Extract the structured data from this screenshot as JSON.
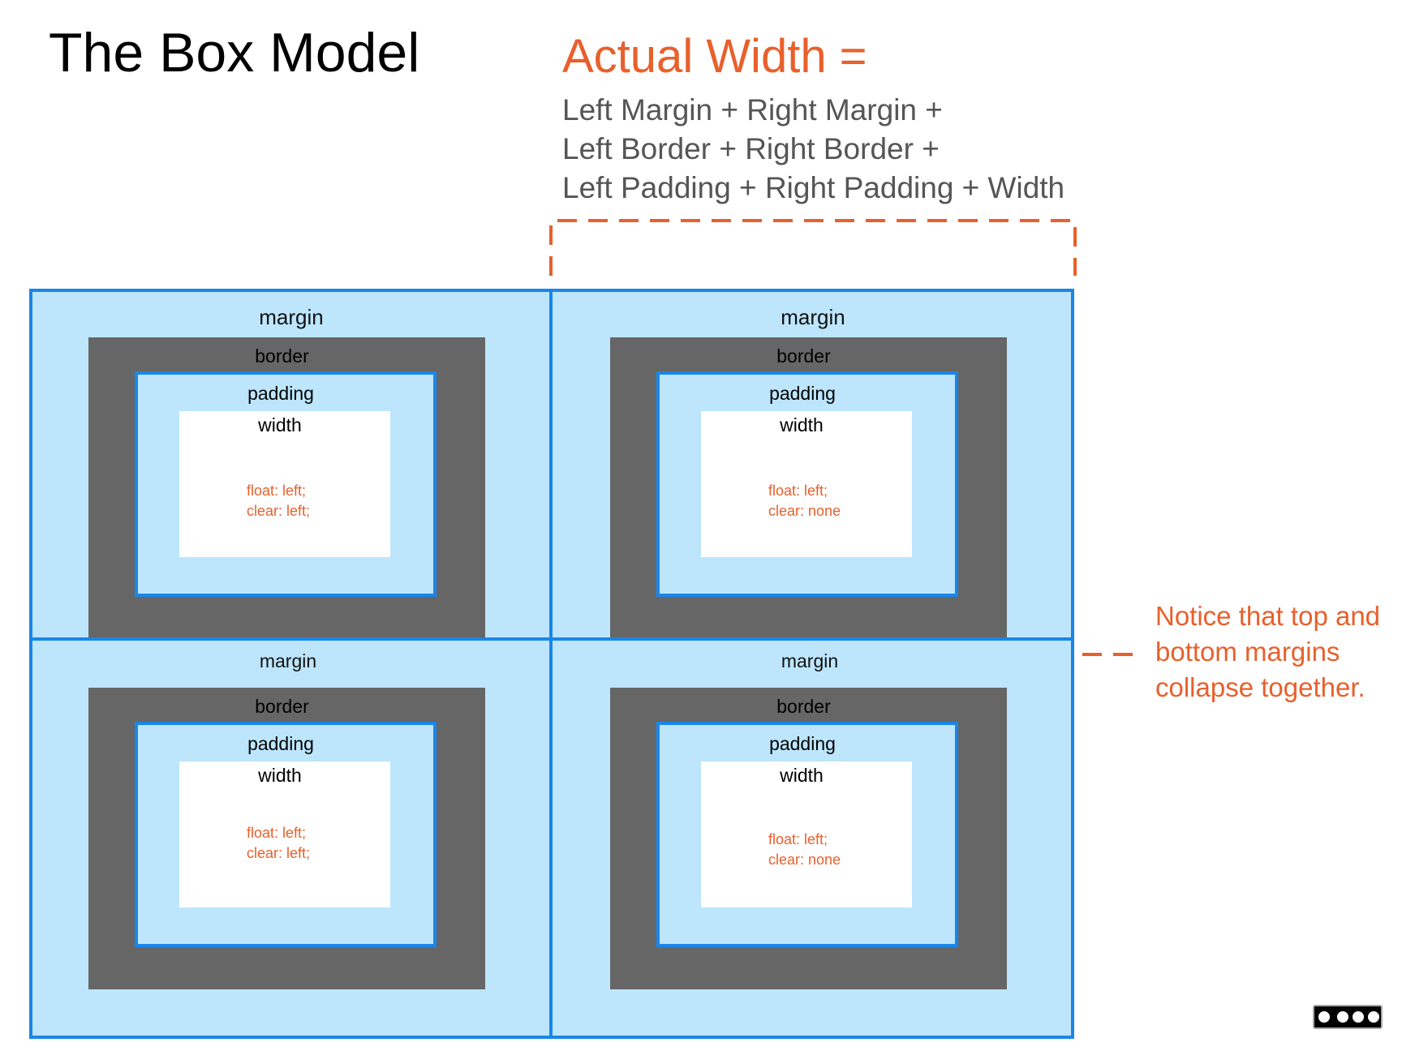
{
  "title": "The Box Model",
  "actual_width": {
    "title": "Actual Width =",
    "lines": [
      "Left Margin + Right Margin +",
      "Left Border + Right Border +",
      "Left Padding + Right Padding + Width"
    ]
  },
  "note": {
    "lines": [
      "Notice that top and",
      "bottom margins",
      "collapse together."
    ]
  },
  "boxes": [
    {
      "margin": "margin",
      "border": "border",
      "padding": "padding",
      "width": "width",
      "props": [
        "float: left;",
        "clear: left;"
      ]
    },
    {
      "margin": "margin",
      "border": "border",
      "padding": "padding",
      "width": "width",
      "props": [
        "float: left;",
        "clear: none"
      ]
    },
    {
      "margin": "margin",
      "border": "border",
      "padding": "padding",
      "width": "width",
      "props": [
        "float: left;",
        "clear: left;"
      ]
    },
    {
      "margin": "margin",
      "border": "border",
      "padding": "padding",
      "width": "width",
      "props": [
        "float: left;",
        "clear: none"
      ]
    }
  ],
  "colors": {
    "accent": "#e8602c",
    "margin_fill": "#bde6fc",
    "outline_blue": "#1a86e8",
    "border_fill": "#666666",
    "formula_text": "#555555"
  },
  "license_badge": "creative-commons-by-nc-sa-icon"
}
